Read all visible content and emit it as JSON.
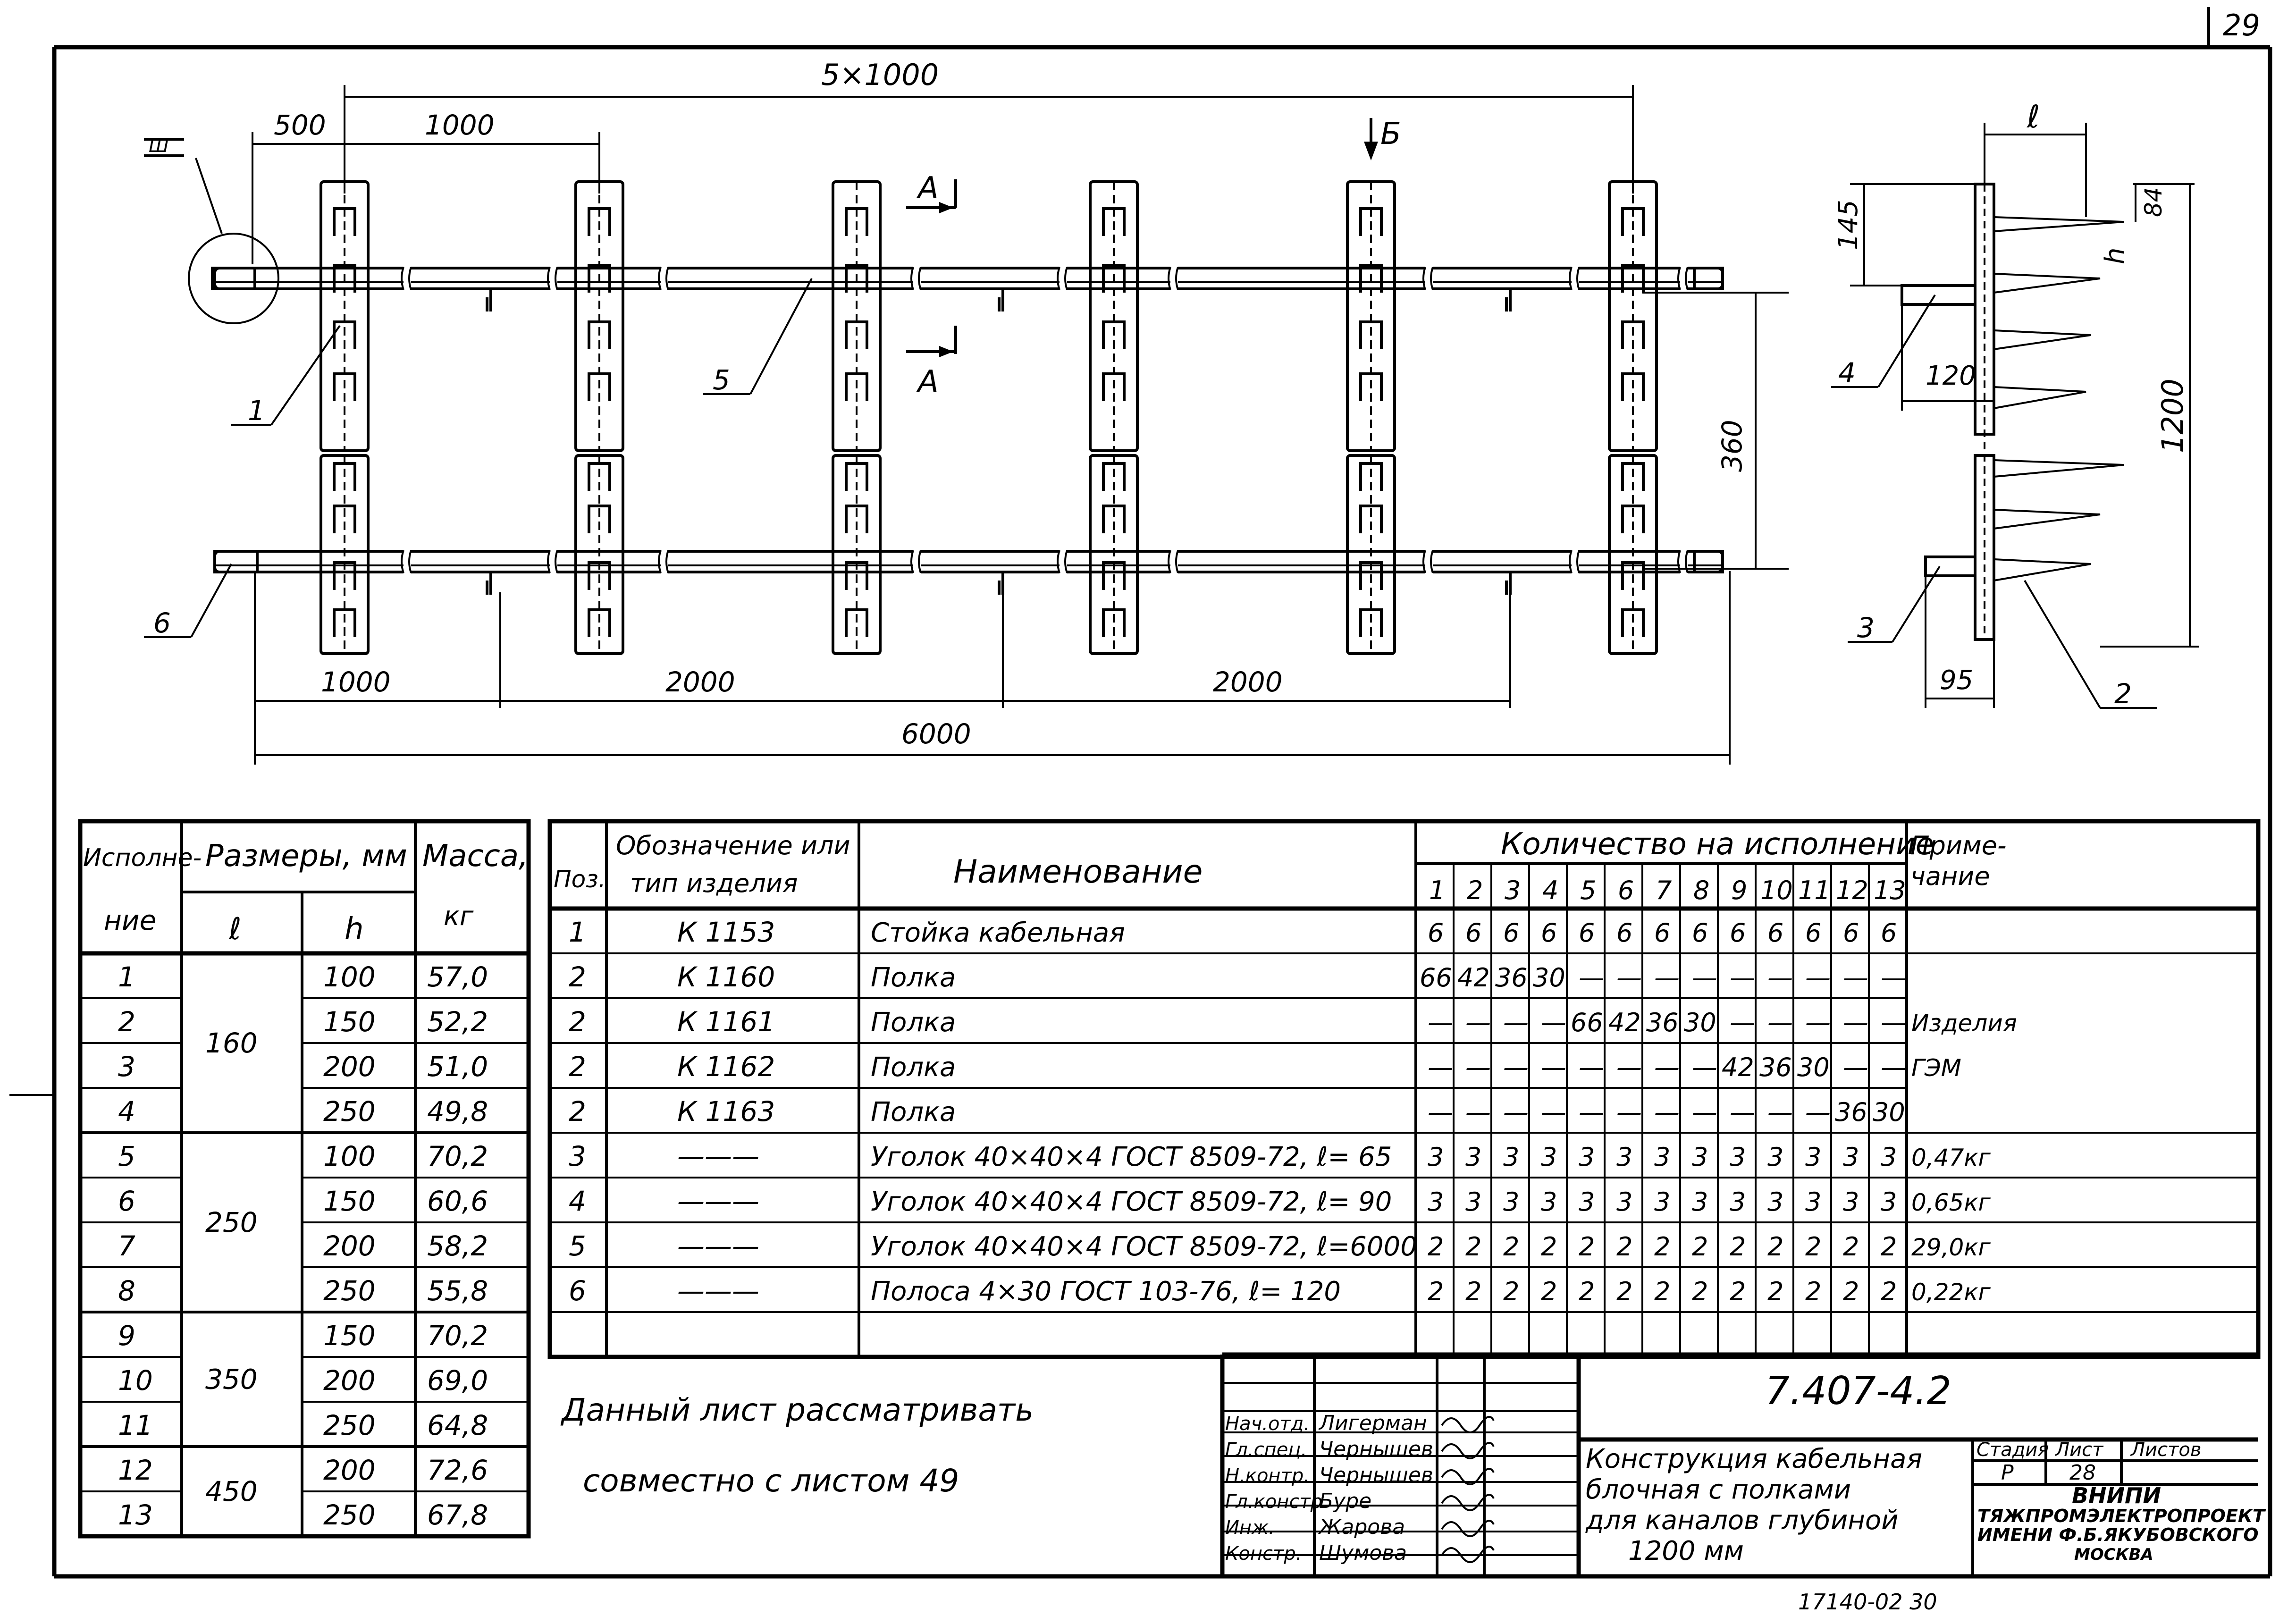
{
  "sheet_number": "29",
  "drawing": {
    "dim_top_total": "5×1000",
    "dim_500": "500",
    "dim_1000_top": "1000",
    "section_mark": "Б",
    "section_view_mark": "А",
    "section_view_mark2": "А",
    "callout_node": "Ш",
    "dim_360": "360",
    "dim_bottom_1000": "1000",
    "dim_bottom_2000a": "2000",
    "dim_bottom_2000b": "2000",
    "dim_bottom_6000": "6000",
    "pos_1": "1",
    "pos_5": "5",
    "pos_6": "6",
    "side_dim_l": "ℓ",
    "side_dim_145": "145",
    "side_dim_84": "84",
    "side_dim_h": "h",
    "side_dim_120": "120",
    "side_dim_1200": "1200",
    "side_dim_95": "95",
    "side_pos_4": "4",
    "side_pos_3": "3",
    "side_pos_2": "2"
  },
  "size_table": {
    "headers": {
      "col1_a": "Исполне-",
      "col1_b": "ние",
      "col2": "Размеры, мм",
      "col2_l": "ℓ",
      "col2_h": "h",
      "col3_a": "Масса,",
      "col3_b": "кг"
    },
    "rows": [
      {
        "n": "1",
        "h": "100",
        "m": "57,0"
      },
      {
        "n": "2",
        "h": "150",
        "m": "52,2"
      },
      {
        "n": "3",
        "h": "200",
        "m": "51,0"
      },
      {
        "n": "4",
        "h": "250",
        "m": "49,8"
      },
      {
        "n": "5",
        "h": "100",
        "m": "70,2"
      },
      {
        "n": "6",
        "h": "150",
        "m": "60,6"
      },
      {
        "n": "7",
        "h": "200",
        "m": "58,2"
      },
      {
        "n": "8",
        "h": "250",
        "m": "55,8"
      },
      {
        "n": "9",
        "h": "150",
        "m": "70,2"
      },
      {
        "n": "10",
        "h": "200",
        "m": "69,0"
      },
      {
        "n": "11",
        "h": "250",
        "m": "64,8"
      },
      {
        "n": "12",
        "h": "200",
        "m": "72,6"
      },
      {
        "n": "13",
        "h": "250",
        "m": "67,8"
      }
    ],
    "l_groups": [
      "160",
      "250",
      "350",
      "450"
    ]
  },
  "spec_table": {
    "headers": {
      "pos": "Поз.",
      "designation_a": "Обозначение или",
      "designation_b": "тип изделия",
      "name": "Наименование",
      "qty": "Количество на исполнение",
      "note_a": "Приме-",
      "note_b": "чание"
    },
    "variants": [
      "1",
      "2",
      "3",
      "4",
      "5",
      "6",
      "7",
      "8",
      "9",
      "10",
      "11",
      "12",
      "13"
    ],
    "rows": [
      {
        "pos": "1",
        "des": "К 1153",
        "name": "Стойка кабельная",
        "q": [
          "6",
          "6",
          "6",
          "6",
          "6",
          "6",
          "6",
          "6",
          "6",
          "6",
          "6",
          "6",
          "6"
        ],
        "note": ""
      },
      {
        "pos": "2",
        "des": "К 1160",
        "name": "Полка",
        "q": [
          "66",
          "42",
          "36",
          "30",
          "—",
          "—",
          "—",
          "—",
          "—",
          "—",
          "—",
          "—",
          "—"
        ],
        "note": ""
      },
      {
        "pos": "2",
        "des": "К 1161",
        "name": "Полка",
        "q": [
          "—",
          "—",
          "—",
          "—",
          "66",
          "42",
          "36",
          "30",
          "—",
          "—",
          "—",
          "—",
          "—"
        ],
        "note": "Изделия"
      },
      {
        "pos": "2",
        "des": "К 1162",
        "name": "Полка",
        "q": [
          "—",
          "—",
          "—",
          "—",
          "—",
          "—",
          "—",
          "—",
          "42",
          "36",
          "30",
          "—",
          "—"
        ],
        "note": "ГЭМ"
      },
      {
        "pos": "2",
        "des": "К 1163",
        "name": "Полка",
        "q": [
          "—",
          "—",
          "—",
          "—",
          "—",
          "—",
          "—",
          "—",
          "—",
          "—",
          "—",
          "36",
          "30"
        ],
        "note": ""
      },
      {
        "pos": "3",
        "des": "———",
        "name": "Уголок 40×40×4 ГОСТ 8509-72, ℓ= 65",
        "q": [
          "3",
          "3",
          "3",
          "3",
          "3",
          "3",
          "3",
          "3",
          "3",
          "3",
          "3",
          "3",
          "3"
        ],
        "note": "0,47кг"
      },
      {
        "pos": "4",
        "des": "———",
        "name": "Уголок 40×40×4 ГОСТ 8509-72, ℓ= 90",
        "q": [
          "3",
          "3",
          "3",
          "3",
          "3",
          "3",
          "3",
          "3",
          "3",
          "3",
          "3",
          "3",
          "3"
        ],
        "note": "0,65кг"
      },
      {
        "pos": "5",
        "des": "———",
        "name": "Уголок 40×40×4 ГОСТ 8509-72, ℓ=6000",
        "q": [
          "2",
          "2",
          "2",
          "2",
          "2",
          "2",
          "2",
          "2",
          "2",
          "2",
          "2",
          "2",
          "2"
        ],
        "note": "29,0кг"
      },
      {
        "pos": "6",
        "des": "———",
        "name": "Полоса 4×30 ГОСТ 103-76, ℓ= 120",
        "q": [
          "2",
          "2",
          "2",
          "2",
          "2",
          "2",
          "2",
          "2",
          "2",
          "2",
          "2",
          "2",
          "2"
        ],
        "note": "0,22кг"
      }
    ]
  },
  "note_text": {
    "line1": "Данный лист рассматривать",
    "line2": "совместно с листом 49"
  },
  "title_block": {
    "doc_code": "7.407-4.2",
    "signatures": [
      {
        "role": "Нач.отд.",
        "name": "Лигерман"
      },
      {
        "role": "Гл.спец.",
        "name": "Чернышев"
      },
      {
        "role": "Н.контр.",
        "name": "Чернышев"
      },
      {
        "role": "Гл.констр.",
        "name": "Буре"
      },
      {
        "role": "Инж.",
        "name": "Жарова"
      },
      {
        "role": "Констр.",
        "name": "Шумова"
      }
    ],
    "title_lines": [
      "Конструкция кабельная",
      "блочная с полками",
      "для каналов глубиной",
      "1200 мм"
    ],
    "stage_label": "Стадия",
    "sheet_label": "Лист",
    "sheets_label": "Листов",
    "stage": "Р",
    "sheet": "28",
    "org_lines": [
      "ВНИПИ",
      "ТЯЖПРОМЭЛЕКТРОПРОЕКТ",
      "ИМЕНИ Ф.Б.ЯКУБОВСКОГО",
      "МОСКВА"
    ]
  },
  "footer_stamp": "17140-02 30"
}
